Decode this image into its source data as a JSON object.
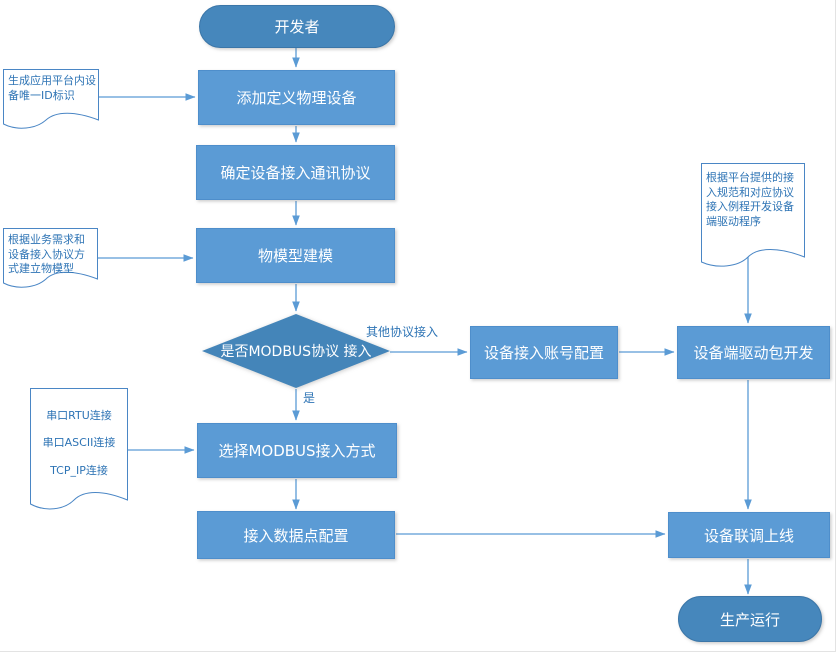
{
  "diagram": {
    "kind": "flowchart",
    "language": "zh-CN",
    "topic": "device access development flow"
  },
  "colors": {
    "process_fill": "#5b9bd5",
    "terminal_fill": "#4687bc",
    "decision_fill": "#4485b9",
    "connector": "#5b9bd5",
    "document_text": "#2e74b5",
    "node_text": "#ffffff"
  },
  "nodes": {
    "start": "开发者",
    "add_device": "添加定义物理设备",
    "confirm_protocol": "确定设备接入通讯协议",
    "thing_model": "物模型建模",
    "decision_modbus": "是否MODBUS协议 接入",
    "select_modbus": "选择MODBUS接入方式",
    "datapoint_config": "接入数据点配置",
    "account_config": "设备接入账号配置",
    "driver_dev": "设备端驱动包开发",
    "debug_online": "设备联调上线",
    "production": "生产运行"
  },
  "documents": {
    "unique_id_note": "生成应用平台内设备唯一ID标识",
    "build_model_note": "根据业务需求和设备接入协议方式建立物模型",
    "conn_modes": {
      "line1": "串口RTU连接",
      "line2": "串口ASCII连接",
      "line3": "TCP_IP连接"
    },
    "driver_spec_note": "根据平台提供的接入规范和对应协议接入例程开发设备端驱动程序"
  },
  "edge_labels": {
    "other_protocol": "其他协议接入",
    "yes": "是"
  }
}
